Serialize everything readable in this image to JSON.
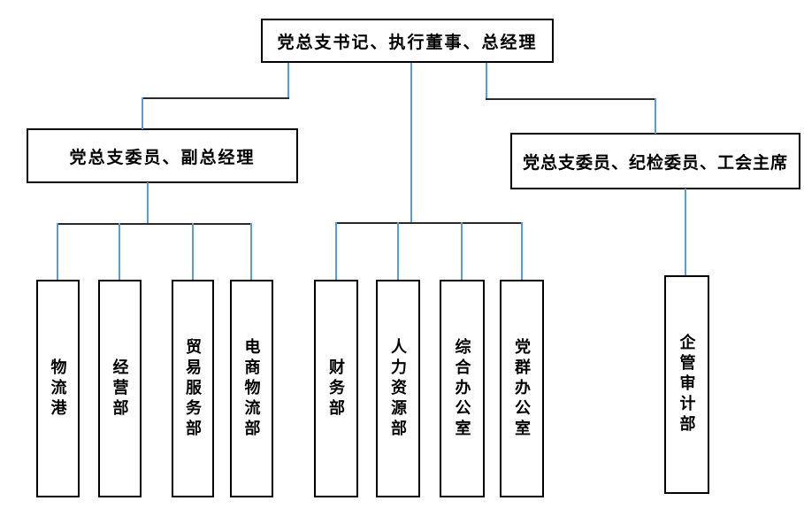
{
  "diagram": {
    "type": "org-chart",
    "root": {
      "label": "党总支书记、执行董事、总经理"
    },
    "branches": {
      "left": {
        "label": "党总支委员、副总经理"
      },
      "right": {
        "label": "党总支委员、纪检委员、工会主席"
      }
    },
    "departments": [
      {
        "label": "物流港",
        "parent": "left"
      },
      {
        "label": "经营部",
        "parent": "left"
      },
      {
        "label": "贸易服务部",
        "parent": "left"
      },
      {
        "label": "电商物流部",
        "parent": "left"
      },
      {
        "label": "财务部",
        "parent": "root"
      },
      {
        "label": "人力资源部",
        "parent": "root"
      },
      {
        "label": "综合办公室",
        "parent": "root"
      },
      {
        "label": "党群办公室",
        "parent": "root"
      },
      {
        "label": "企管审计部",
        "parent": "right"
      }
    ]
  },
  "colors": {
    "connector_vertical": "#5b9bd5",
    "connector_horizontal": "#2b2b2b",
    "box_border": "#000000",
    "box_fill": "#ffffff",
    "text": "#000000",
    "background": "#ffffff"
  }
}
